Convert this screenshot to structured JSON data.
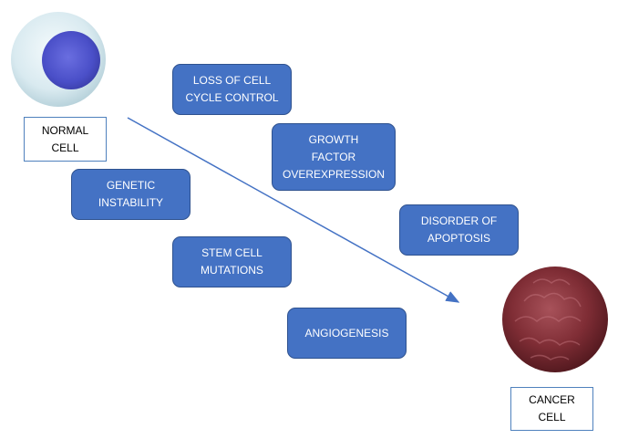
{
  "colors": {
    "box_fill": "#4472c4",
    "arrow": "#4472c4",
    "label_border": "#4f81bd"
  },
  "start": {
    "label": "NORMAL\nCELL",
    "icon": "normal-cell-image"
  },
  "end": {
    "label": "CANCER\nCELL",
    "icon": "cancer-cell-image"
  },
  "factors": [
    {
      "label": "LOSS OF CELL\nCYCLE CONTROL"
    },
    {
      "label": "GROWTH\nFACTOR\nOVEREXPRESSION"
    },
    {
      "label": "GENETIC\nINSTABILITY"
    },
    {
      "label": "DISORDER OF\nAPOPTOSIS"
    },
    {
      "label": "STEM CELL\nMUTATIONS"
    },
    {
      "label": "ANGIOGENESIS"
    }
  ]
}
